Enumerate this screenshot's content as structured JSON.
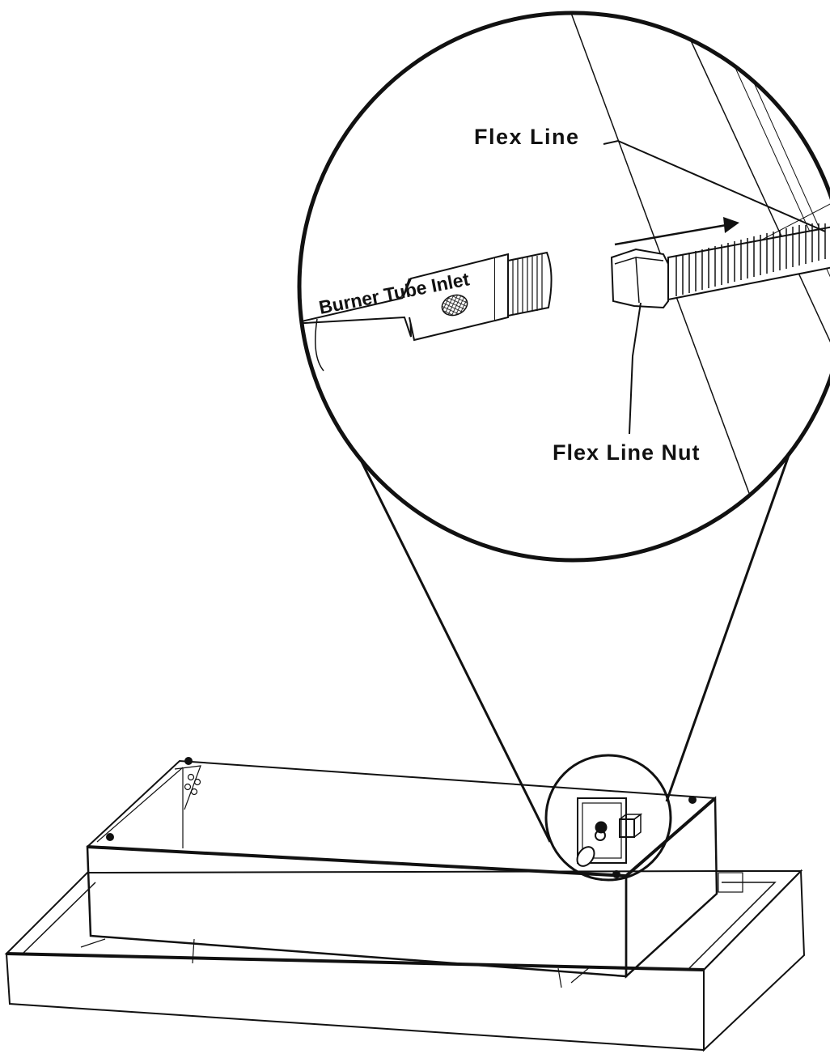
{
  "labels": {
    "flex_line": "Flex Line",
    "burner_tube_inlet": "Burner Tube Inlet",
    "flex_line_nut": "Flex Line Nut"
  },
  "colors": {
    "ink": "#111111",
    "background": "#ffffff"
  }
}
